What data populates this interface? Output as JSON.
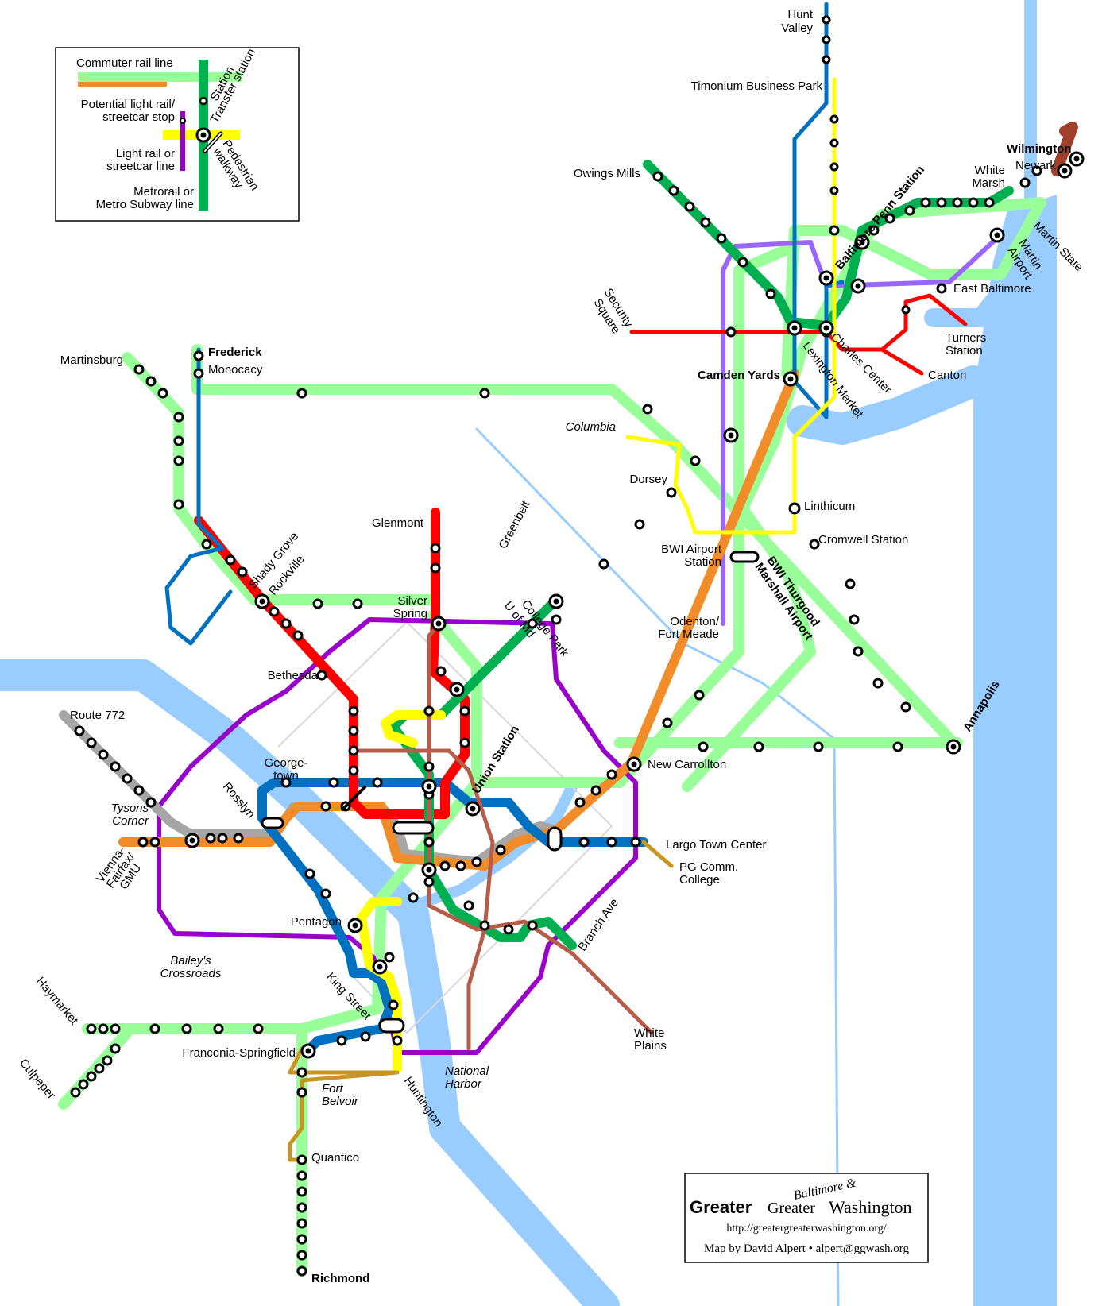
{
  "legend": {
    "commuter_rail": "Commuter rail line",
    "station": "Station",
    "transfer_station": "Transfer station",
    "potential_stop_1": "Potential light rail/",
    "potential_stop_2": "streetcar stop",
    "light_rail_1": "Light rail or",
    "light_rail_2": "streetcar line",
    "pedestrian_1": "Pedestrian",
    "pedestrian_2": "walkway",
    "metro_1": "Metrorail or",
    "metro_2": "Metro Subway line"
  },
  "colors": {
    "water": "#99ccff",
    "commuter": "#99ff99",
    "green": "#00b050",
    "red": "#ff0000",
    "blue": "#0070c0",
    "orange": "#f28c28",
    "yellow": "#ffff00",
    "silver": "#a6a6a6",
    "purple": "#9900cc",
    "lavender": "#9966ff",
    "brown": "#b85c4a",
    "gold": "#c8961e",
    "maroon": "#a0402a"
  },
  "labels": {
    "hunt_valley_1": "Hunt",
    "hunt_valley_2": "Valley",
    "timonium": "Timonium Business Park",
    "owings_mills": "Owings Mills",
    "wilmington": "Wilmington",
    "newark": "Newark",
    "white_marsh_1": "White",
    "white_marsh_2": "Marsh",
    "baltimore_penn": "Baltimore Penn Station",
    "martin_airport_1": "Martin",
    "martin_airport_2": "Airport",
    "martin_state": "Martin State",
    "east_baltimore": "East Baltimore",
    "security_square_1": "Security",
    "security_square_2": "Square",
    "charles_center": "Charles Center",
    "lexington_market": "Lexington Market",
    "turners_station_1": "Turners",
    "turners_station_2": "Station",
    "canton": "Canton",
    "camden_yards": "Camden Yards",
    "martinsburg": "Martinsburg",
    "frederick": "Frederick",
    "monocacy": "Monocacy",
    "columbia": "Columbia",
    "dorsey": "Dorsey",
    "linthicum": "Linthicum",
    "cromwell": "Cromwell Station",
    "bwi_station_1": "BWI Airport",
    "bwi_station_2": "Station",
    "bwi_airport_1": "BWI Thurgood",
    "bwi_airport_2": "Marshall Airport",
    "glenmont": "Glenmont",
    "greenbelt": "Greenbelt",
    "college_park_1": "College Park",
    "college_park_2": "U of Md",
    "shady_grove": "Shady Grove",
    "rockville": "Rockville",
    "silver_spring_1": "Silver",
    "silver_spring_2": "Spring",
    "odenton_1": "Odenton/",
    "odenton_2": "Fort Meade",
    "bethesda": "Bethesda",
    "route_772": "Route 772",
    "georgetown_1": "George-",
    "georgetown_2": "town",
    "union_station": "Union Station",
    "new_carrollton": "New Carrollton",
    "annapolis": "Annapolis",
    "rosslyn": "Rosslyn",
    "tysons_1": "Tysons",
    "tysons_2": "Corner",
    "vienna_1": "Vienna-",
    "vienna_2": "Fairfax/",
    "vienna_3": "GMU",
    "largo": "Largo Town Center",
    "pg_college_1": "PG Comm.",
    "pg_college_2": "College",
    "pentagon": "Pentagon",
    "branch_ave": "Branch Ave",
    "baileys_1": "Bailey's",
    "baileys_2": "Crossroads",
    "king_street": "King Street",
    "haymarket": "Haymarket",
    "white_plains_1": "White",
    "white_plains_2": "Plains",
    "franconia": "Franconia-Springfield",
    "national_harbor_1": "National",
    "national_harbor_2": "Harbor",
    "culpeper": "Culpeper",
    "fort_belvoir_1": "Fort",
    "fort_belvoir_2": "Belvoir",
    "huntington": "Huntington",
    "quantico": "Quantico",
    "richmond": "Richmond"
  },
  "branding": {
    "greater": "Greater",
    "greater2": "Greater",
    "washington": "Washington",
    "baltimore": "Baltimore &",
    "url": "http://greatergreaterwashington.org/",
    "credit": "Map by David Alpert • alpert@ggwash.org"
  }
}
